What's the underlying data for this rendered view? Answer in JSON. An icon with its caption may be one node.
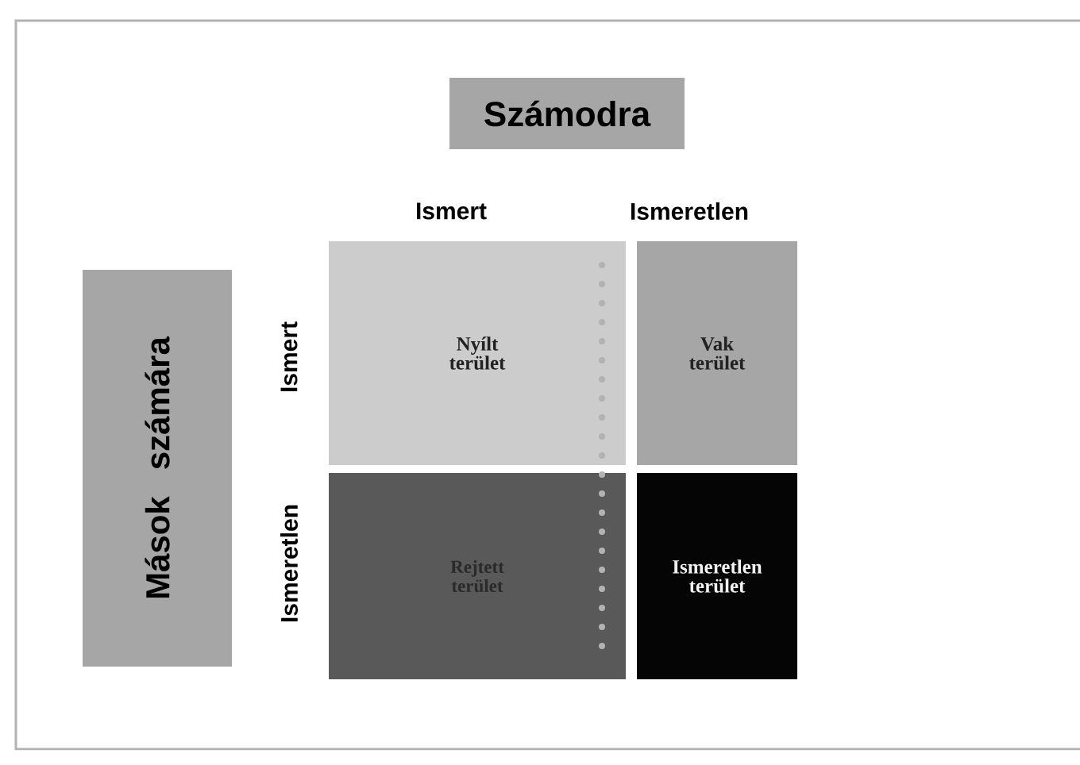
{
  "diagram": {
    "nodes": [
      {
        "text": [
          "Számodra"
        ]
      },
      {
        "text": [
          "Mások számára"
        ]
      },
      {
        "text": [
          "Nyílt terület"
        ]
      },
      {
        "text": [
          "Vak terület"
        ]
      },
      {
        "text": [
          "Rejtett terület"
        ]
      },
      {
        "text": [
          "Ismeretlen terület"
        ]
      }
    ],
    "labels": [
      "Ismert",
      "Ismeretlen",
      "Ismert",
      "Ismeretlen"
    ]
  }
}
